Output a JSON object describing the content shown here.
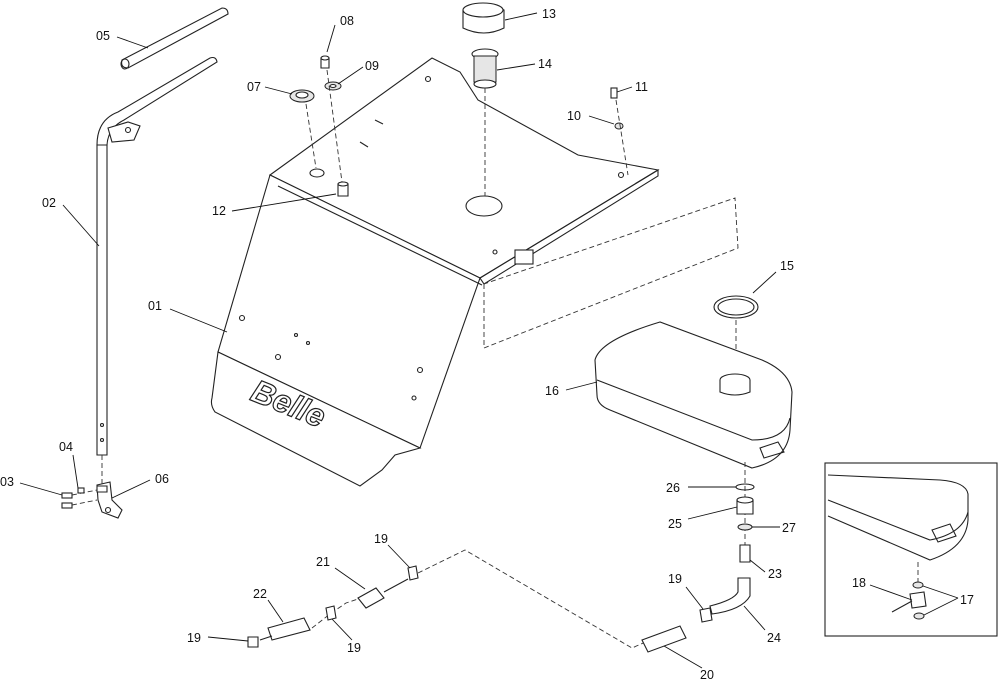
{
  "brand_text": "Belle",
  "labels": {
    "p01": "01",
    "p02": "02",
    "p03": "03",
    "p04": "04",
    "p05": "05",
    "p06": "06",
    "p07": "07",
    "p08": "08",
    "p09": "09",
    "p10": "10",
    "p11": "11",
    "p12": "12",
    "p13": "13",
    "p14": "14",
    "p15": "15",
    "p16": "16",
    "p17": "17",
    "p18": "18",
    "p19a": "19",
    "p19b": "19",
    "p19c": "19",
    "p19d": "19",
    "p20": "20",
    "p21": "21",
    "p22": "22",
    "p23": "23",
    "p24": "24",
    "p25": "25",
    "p26": "26",
    "p27": "27"
  }
}
